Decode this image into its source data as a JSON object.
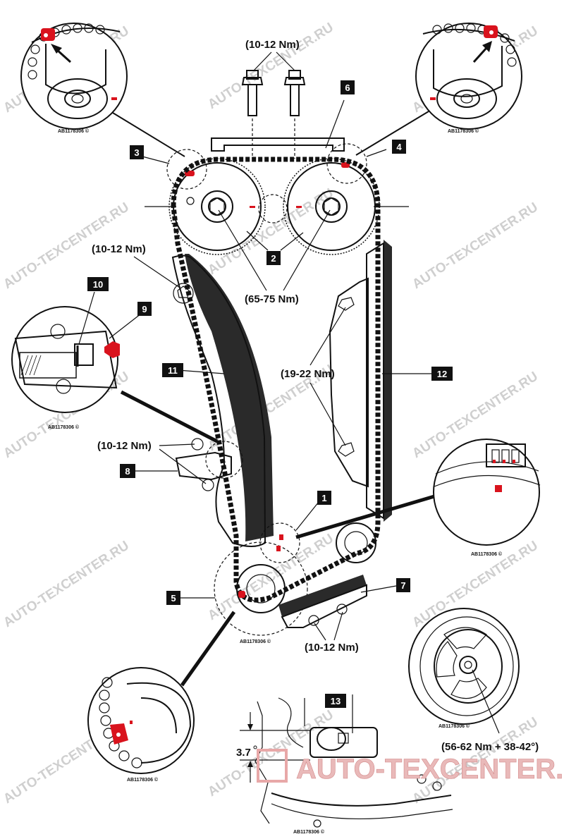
{
  "diagram": {
    "callouts": [
      "1",
      "2",
      "3",
      "4",
      "5",
      "6",
      "7",
      "8",
      "9",
      "10",
      "11",
      "12",
      "13"
    ],
    "torque_values": {
      "bolts_top": "(10-12 Nm)",
      "guide_top_bolt": "(10-12 Nm)",
      "camshaft_sprockets": "(65-75 Nm)",
      "rail_bolts": "(19-22 Nm)",
      "tensioner_bolts": "(10-12 Nm)",
      "lower_guide_bolts": "(10-12 Nm)",
      "crank_pulley_bolt": "(56-62 Nm + 38-42°)"
    },
    "offset_dimension": "3.7",
    "copyright_refs": {
      "top_left": "AB1178306 ©",
      "top_right": "AB1178306 ©",
      "tensioner_detail": "AB1178306 ©",
      "crank_mark_detail": "AB1178306 ©",
      "center_crank": "AB1178306 ©",
      "pulley": "AB1178306 ©",
      "sprocket_mark_detail": "AB1178306 ©",
      "offset_detail": "AB1178306 ©"
    },
    "watermark": "AUTO-TEXCENTER.RU",
    "colors": {
      "mark": "#d9131d",
      "ink": "#111111",
      "chain_guide": "#222222",
      "watermark": "#d0d0d0"
    }
  }
}
